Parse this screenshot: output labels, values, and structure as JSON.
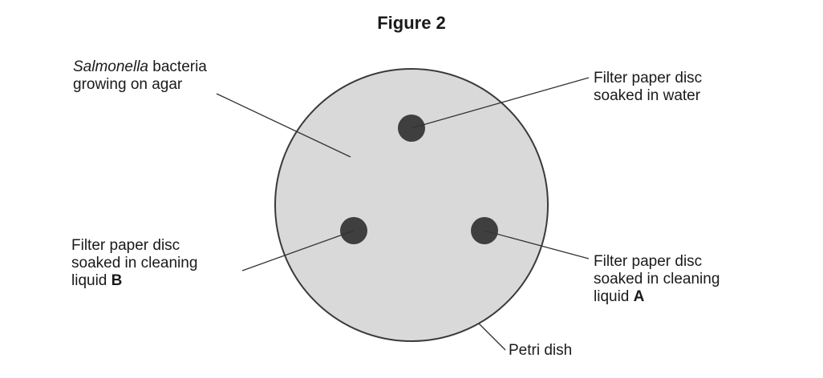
{
  "figure_title": "Figure 2",
  "labels": {
    "bacteria": {
      "italic": "Salmonella",
      "rest": " bacteria",
      "line2": "growing on agar"
    },
    "water": {
      "line1": "Filter paper disc",
      "line2": "soaked in water"
    },
    "liquid_b": {
      "line1": "Filter paper disc",
      "line2": "soaked in cleaning",
      "line3_prefix": "liquid ",
      "line3_bold": "B"
    },
    "liquid_a": {
      "line1": "Filter paper disc",
      "line2": "soaked in cleaning",
      "line3_prefix": "liquid ",
      "line3_bold": "A"
    },
    "petri_dish": "Petri dish"
  },
  "colors": {
    "agar": "#d9d9d9",
    "dish_outline": "#3a3a3a",
    "disc": "#3f3f3f",
    "leader": "#333333"
  }
}
